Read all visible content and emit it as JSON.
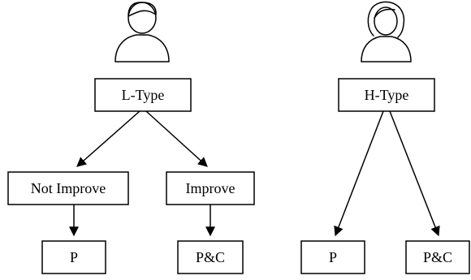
{
  "trees": [
    {
      "icon": "male-person-icon",
      "root": "L-Type",
      "branches": [
        {
          "label": "Not Improve",
          "leaf": "P"
        },
        {
          "label": "Improve",
          "leaf": "P&C"
        }
      ]
    },
    {
      "icon": "female-person-icon",
      "root": "H-Type",
      "leaves": [
        "P",
        "P&C"
      ]
    }
  ],
  "colors": {
    "stroke": "#000000",
    "background": "#ffffff"
  }
}
